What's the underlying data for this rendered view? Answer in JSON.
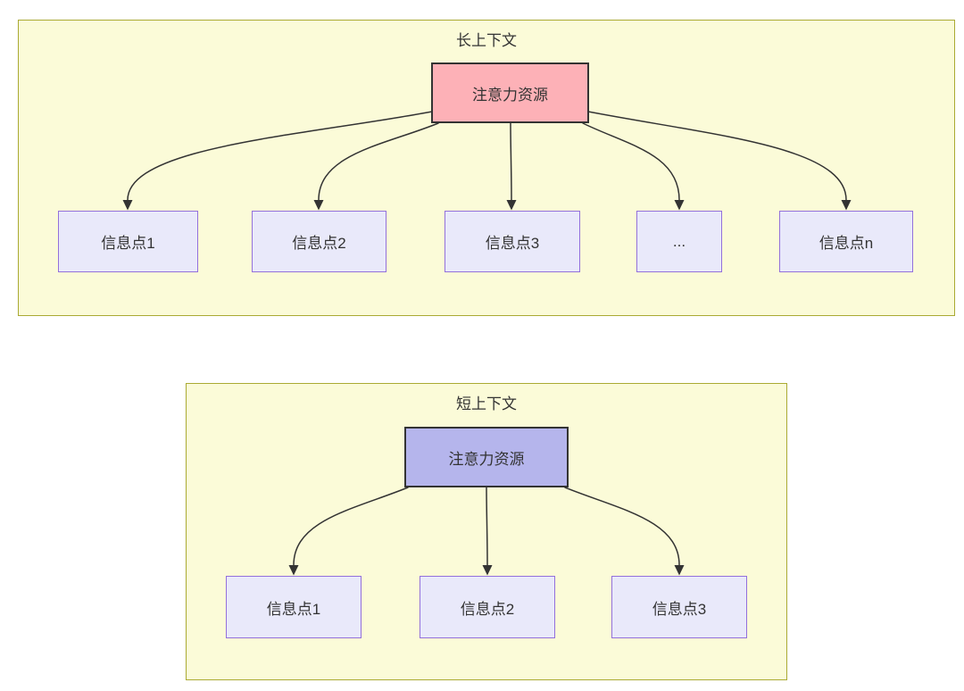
{
  "colors": {
    "page_background": "#ffffff",
    "panel_fill": "#fbfbd8",
    "panel_border": "#aaaa33",
    "target_fill": "#e9e9fa",
    "target_border": "#9370db",
    "edge_color": "#333333",
    "text_color": "#333333"
  },
  "panels": [
    {
      "id": "long-context",
      "title": "长上下文",
      "source": {
        "label": "注意力资源",
        "fill": "#fdb1b7"
      },
      "targets": [
        {
          "label": "信息点1"
        },
        {
          "label": "信息点2"
        },
        {
          "label": "信息点3"
        },
        {
          "label": "..."
        },
        {
          "label": "信息点n"
        }
      ]
    },
    {
      "id": "short-context",
      "title": "短上下文",
      "source": {
        "label": "注意力资源",
        "fill": "#b5b5ec"
      },
      "targets": [
        {
          "label": "信息点1"
        },
        {
          "label": "信息点2"
        },
        {
          "label": "信息点3"
        }
      ]
    }
  ]
}
